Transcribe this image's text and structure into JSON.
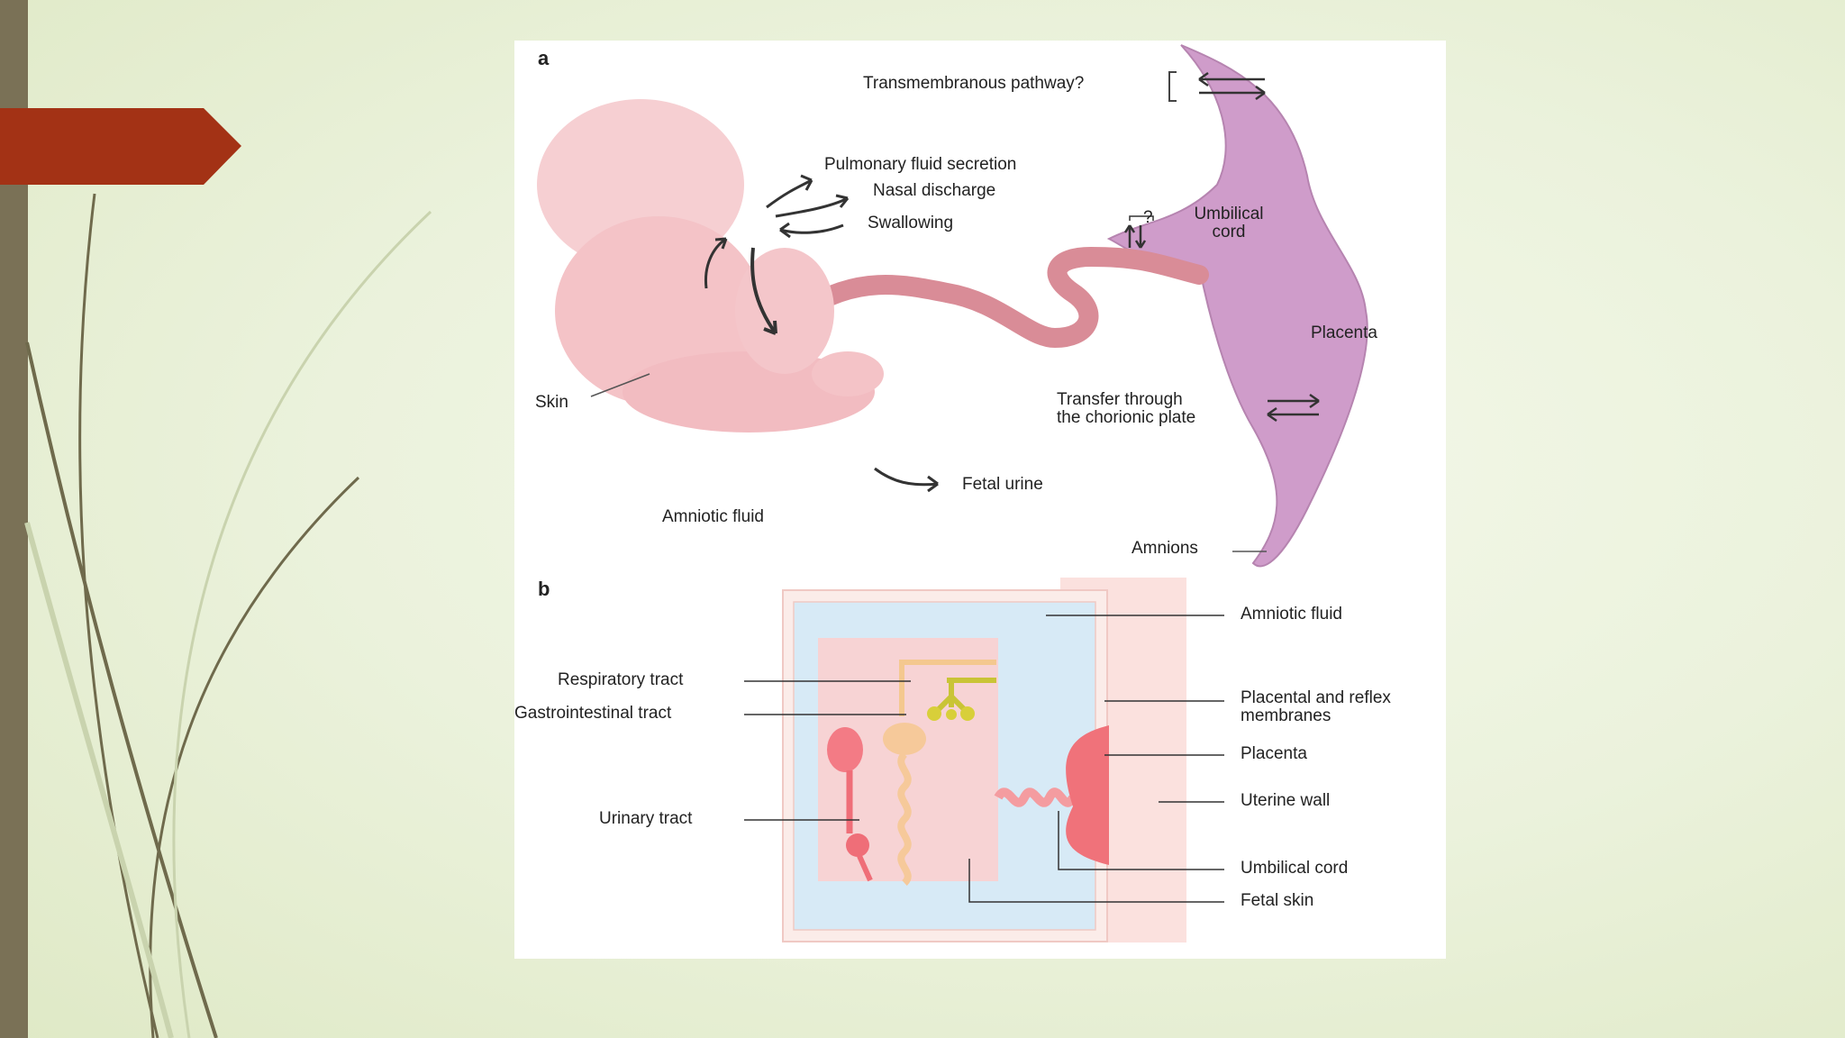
{
  "panel_a": {
    "letter": "a",
    "transmembranous": "Transmembranous pathway?",
    "pulmonary": "Pulmonary fluid secretion",
    "nasal": "Nasal discharge",
    "swallowing": "Swallowing",
    "umbilical_q": "?",
    "umbilical_line1": "Umbilical",
    "umbilical_line2": "cord",
    "placenta": "Placenta",
    "skin": "Skin",
    "transfer_line1": "Transfer through",
    "transfer_line2": "the chorionic plate",
    "fetal_urine": "Fetal urine",
    "amniotic_fluid": "Amniotic fluid",
    "amnions": "Amnions"
  },
  "panel_b": {
    "letter": "b",
    "amniotic_fluid": "Amniotic fluid",
    "respiratory": "Respiratory tract",
    "gastrointestinal": "Gastrointestinal tract",
    "placental_line1": "Placental and reflex",
    "placental_line2": "membranes",
    "placenta": "Placenta",
    "uterine_wall": "Uterine wall",
    "urinary": "Urinary tract",
    "umbilical_cord": "Umbilical cord",
    "fetal_skin": "Fetal skin"
  },
  "colors": {
    "title_arrow": "#a33215",
    "left_bar": "#7a7156",
    "placenta": "#c994c3",
    "fetus": "#f5c9cb",
    "amniotic_b": "#d6eaf5"
  }
}
